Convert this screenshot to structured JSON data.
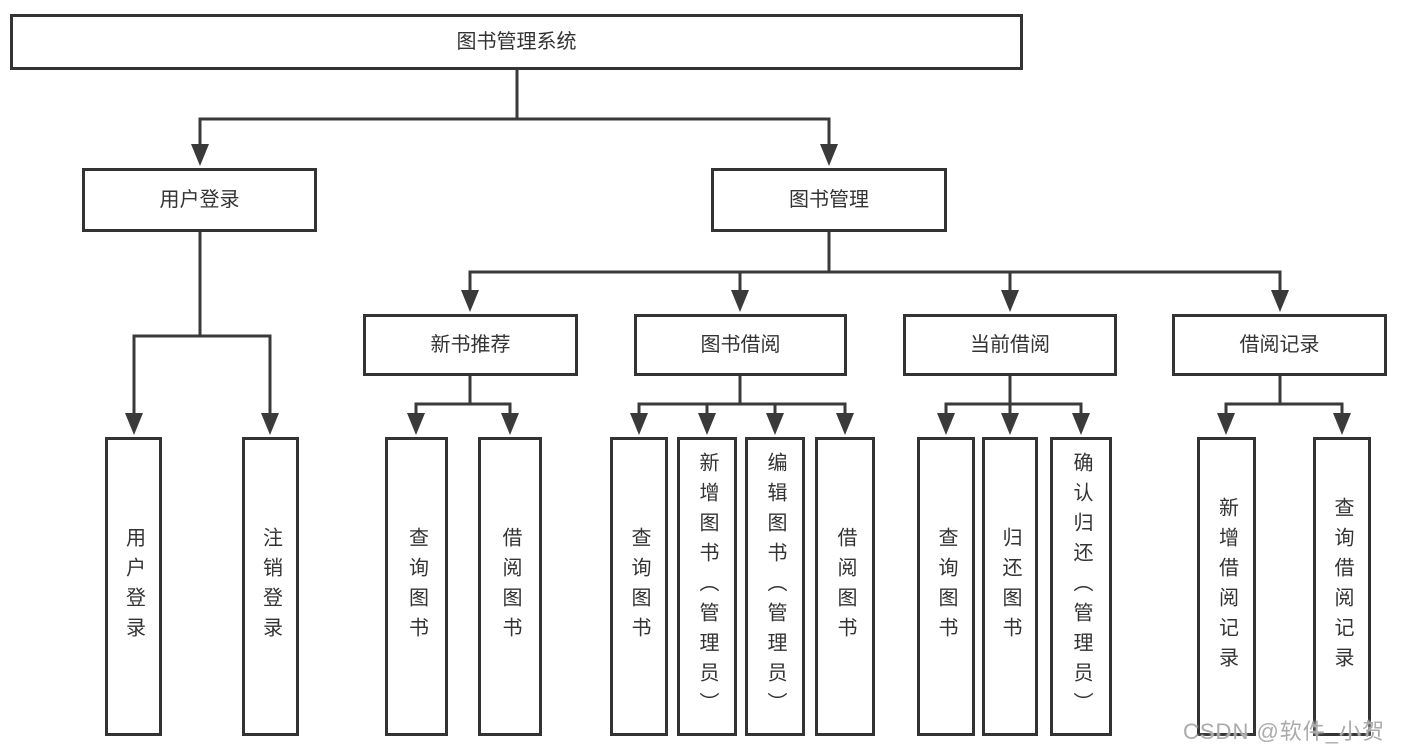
{
  "root": {
    "label": "图书管理系统"
  },
  "level2": {
    "user_login": {
      "label": "用户登录"
    },
    "book_management": {
      "label": "图书管理"
    }
  },
  "level3": {
    "new_books": {
      "label": "新书推荐"
    },
    "book_borrowing": {
      "label": "图书借阅"
    },
    "current_borrowing": {
      "label": "当前借阅"
    },
    "borrow_records": {
      "label": "借阅记录"
    }
  },
  "leaves": {
    "user_login": {
      "login": "用户登录",
      "logout": "注销登录"
    },
    "new_books": {
      "query": "查询图书",
      "borrow": "借阅图书"
    },
    "book_borrowing": {
      "query": "查询图书",
      "add": "新增图书（管理员）",
      "edit": "编辑图书（管理员）",
      "borrow": "借阅图书"
    },
    "current_borrowing": {
      "query": "查询图书",
      "return": "归还图书",
      "confirm": "确认归还（管理员）"
    },
    "borrow_records": {
      "add": "新增借阅记录",
      "query": "查询借阅记录"
    }
  },
  "watermark": {
    "text": "CSDN @软件_小贺同学"
  },
  "colors": {
    "line": "#3a3a3a",
    "border": "#333333",
    "fill": "#ffffff",
    "text": "#333333",
    "watermark": "#ababab"
  }
}
